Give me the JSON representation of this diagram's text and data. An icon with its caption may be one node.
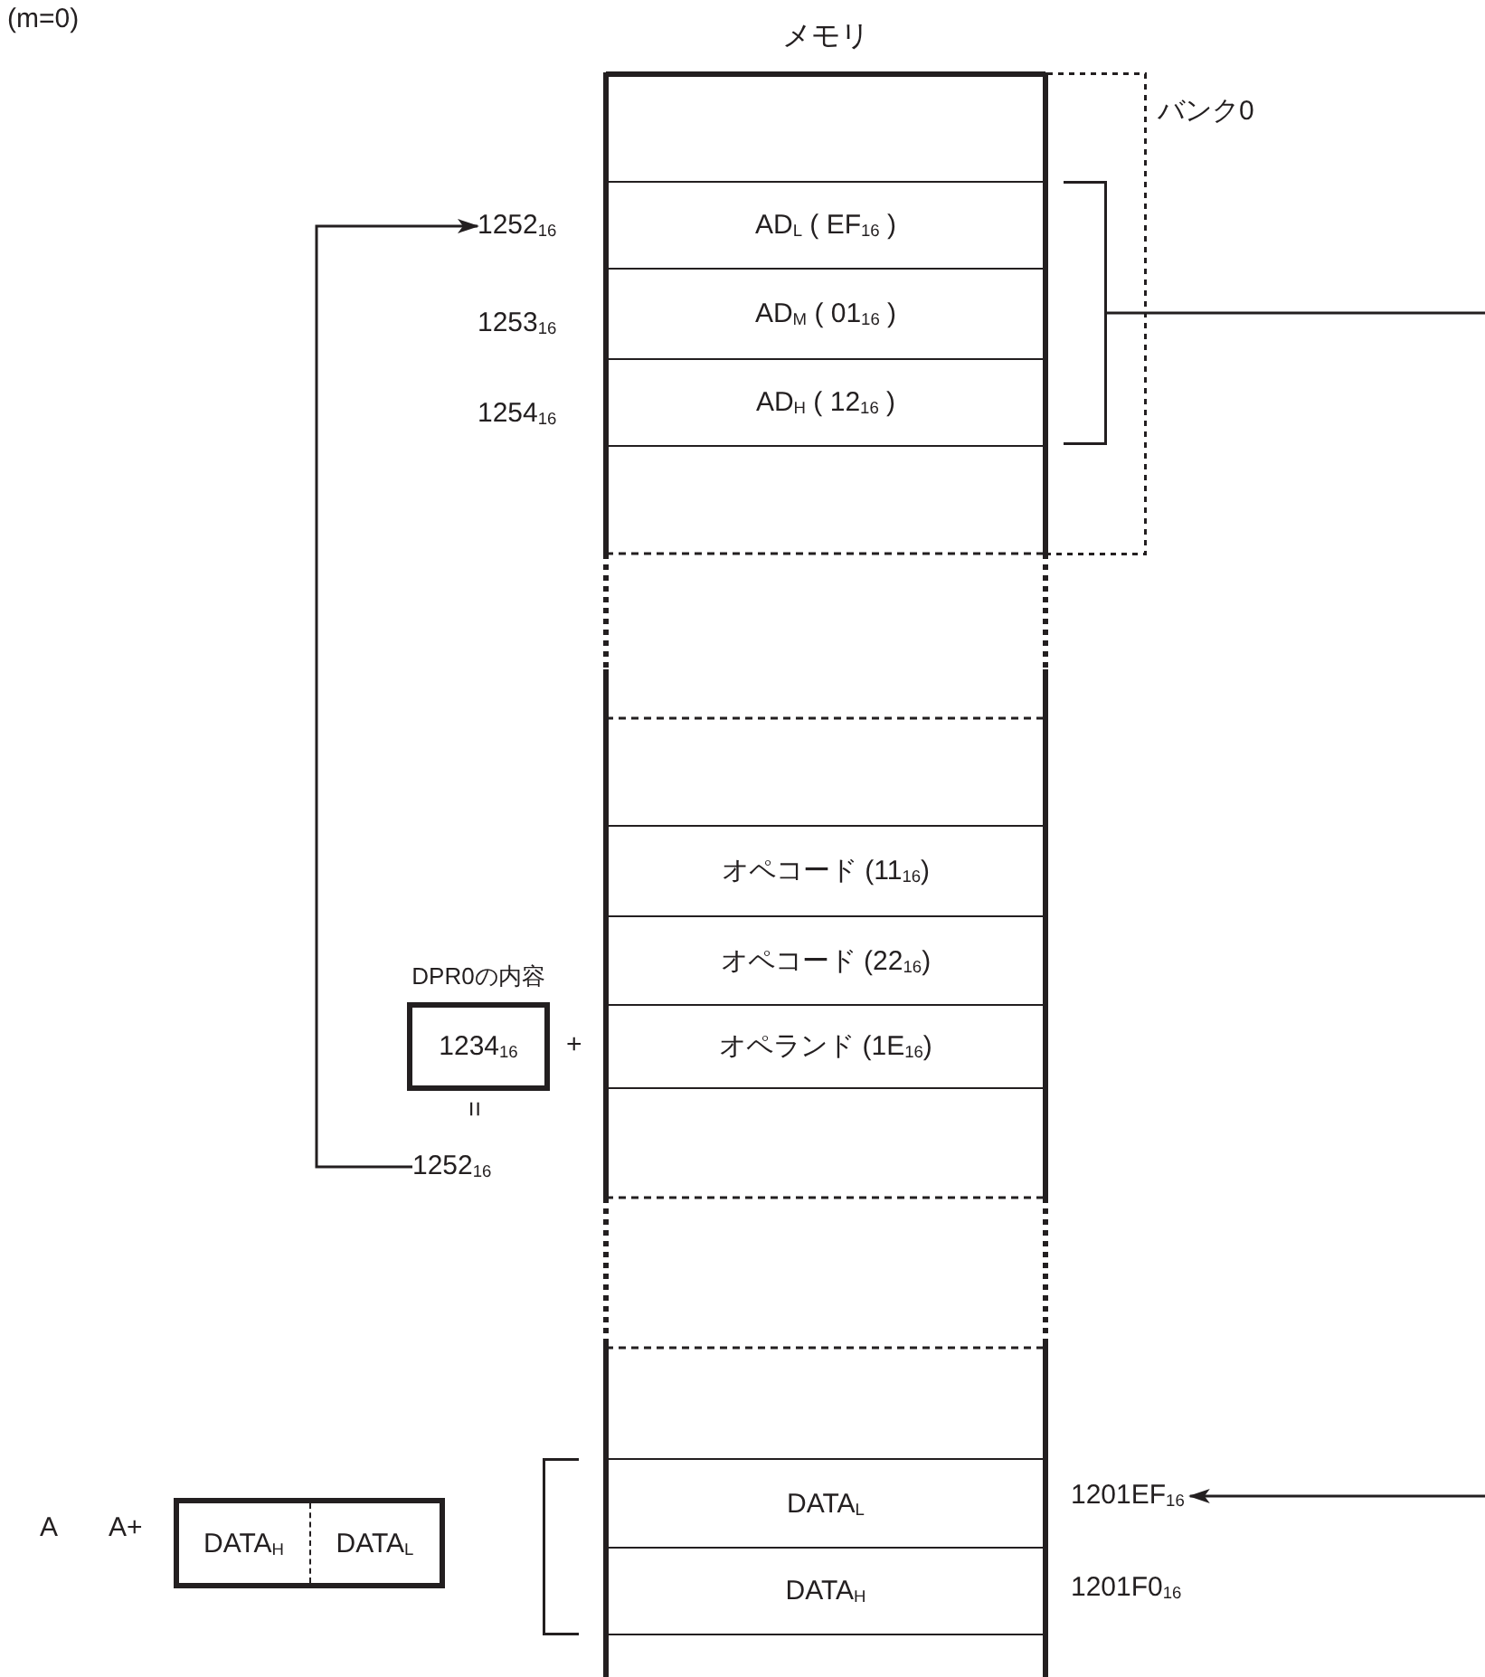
{
  "diagram": {
    "nodes": [
      {
        "text": [
          "メモリ"
        ]
      },
      {
        "text": [
          "AD$_{L}$ ( EF$_{16}$ )"
        ],
        "in": 0
      },
      {
        "text": [
          "AD$_{M}$ ( 01$_{16}$ )"
        ],
        "in": 0
      },
      {
        "text": [
          "AD$_{H}$ ( 12$_{16}$ )"
        ],
        "in": 0
      },
      {
        "text": [
          "オペコード (11$_{16}$)"
        ],
        "in": 0
      },
      {
        "text": [
          "オペコード (22$_{16}$)"
        ],
        "in": 0
      },
      {
        "text": [
          "オペランド (1E$_{16}$)"
        ],
        "in": 0
      },
      {
        "text": [
          "DATA$_{L}$"
        ],
        "in": 0
      },
      {
        "text": [
          "DATA$_{H}$"
        ],
        "in": 0
      },
      {
        "text": [
          "DPR0の内容",
          "1234$_{16}$"
        ]
      },
      {
        "text": [
          "1252$_{16}$"
        ]
      },
      {
        "text": [
          "1252$_{16}$"
        ]
      },
      {
        "text": [
          "1201EF$_{16}$"
        ]
      },
      {
        "text": [],
        "shape": "bracket"
      },
      {
        "text": [
          "DATA$_{H}$",
          "DATA$_{L}$"
        ]
      }
    ],
    "edges": [
      {
        "from": 11,
        "to": 10,
        "arrow": "to"
      },
      {
        "from": 13,
        "to": null,
        "arrow": "none"
      },
      {
        "from": null,
        "to": 12,
        "arrow": "to"
      }
    ],
    "labels": [
      "(m=0)",
      "バンク0",
      "1253$_{16}$",
      "1254$_{16}$",
      "+",
      "=",
      "A",
      "A+",
      "1201F0$_{16}$"
    ]
  }
}
